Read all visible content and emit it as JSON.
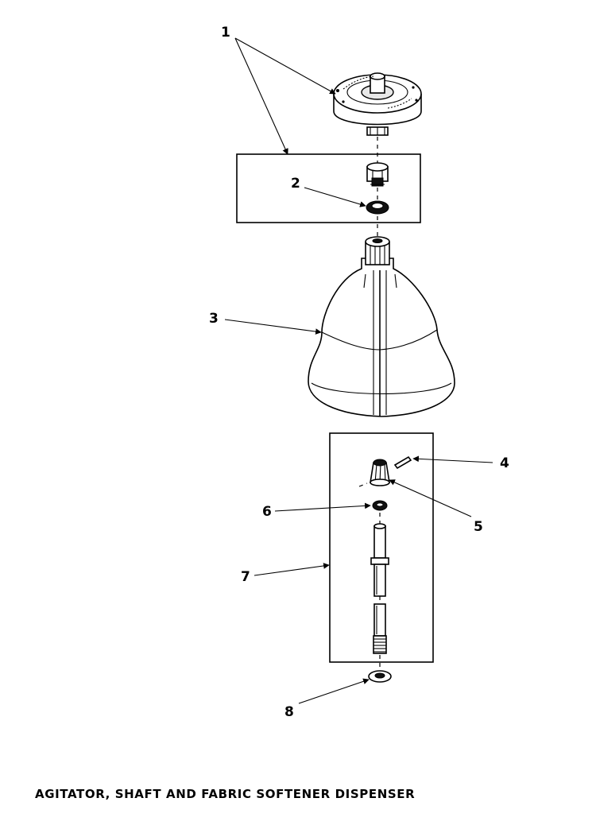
{
  "caption": "AGITATOR, SHAFT AND FABRIC SOFTENER DISPENSER",
  "callouts": {
    "c1": "1",
    "c2": "2",
    "c3": "3",
    "c4": "4",
    "c5": "5",
    "c6": "6",
    "c7": "7",
    "c8": "8"
  },
  "icons": {
    "dispenser": "fabric-softener-dispenser-icon",
    "agitator": "agitator-icon"
  }
}
